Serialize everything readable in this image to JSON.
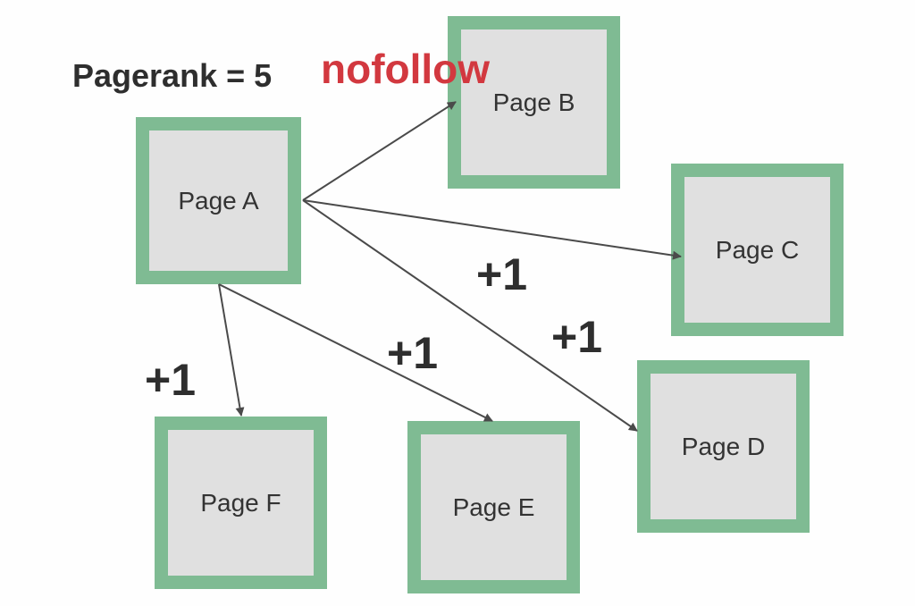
{
  "title": "Pagerank = 5",
  "tag": "nofollow",
  "pages": {
    "a": "Page A",
    "b": "Page B",
    "c": "Page C",
    "d": "Page D",
    "e": "Page E",
    "f": "Page F"
  },
  "gains": {
    "c": "+1",
    "d": "+1",
    "e": "+1",
    "f": "+1"
  },
  "colors": {
    "box_border": "#7fbb93",
    "box_fill": "#e0e0e0",
    "nofollow": "#d2383f",
    "arrow": "#4a4a4a",
    "text": "#2e2e2e"
  }
}
